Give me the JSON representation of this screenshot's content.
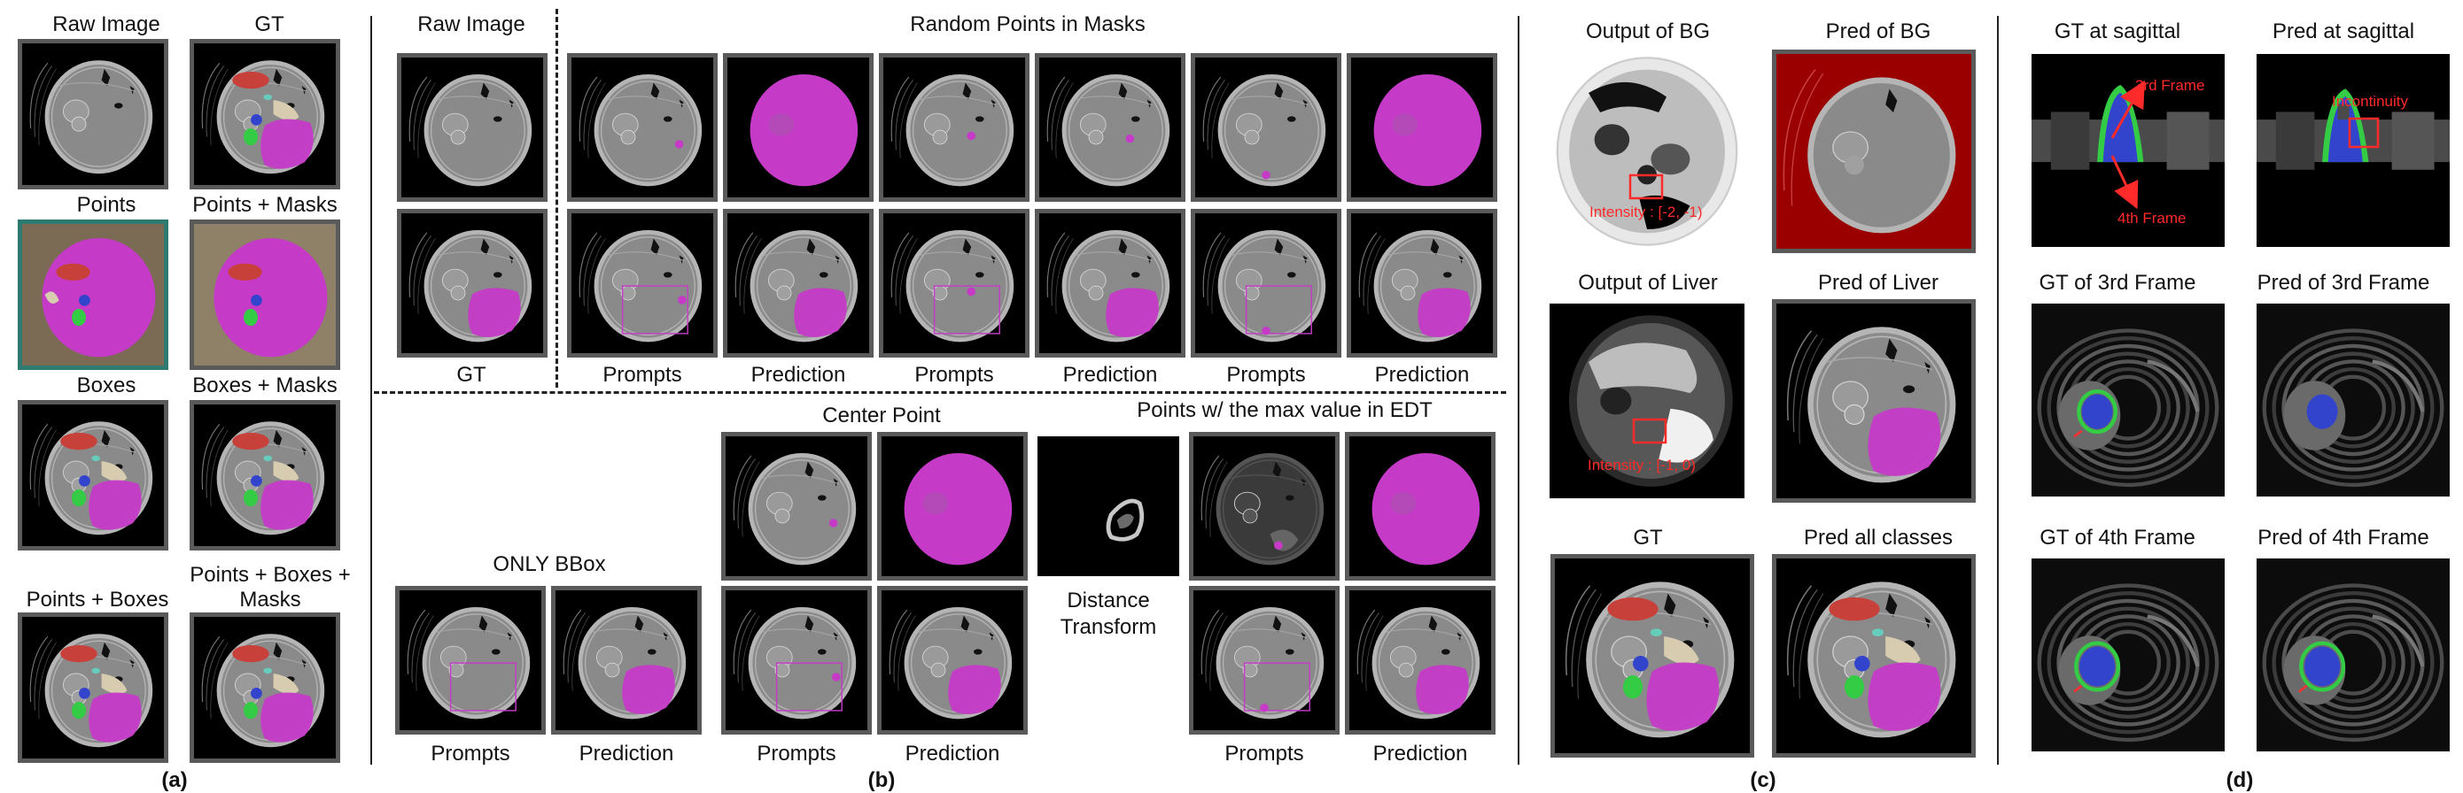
{
  "panel_a": {
    "letter": "(a)",
    "labels": {
      "raw_image": "Raw Image",
      "gt": "GT",
      "points": "Points",
      "points_masks": "Points + Masks",
      "boxes": "Boxes",
      "boxes_masks": "Boxes + Masks",
      "points_boxes": "Points + Boxes",
      "points_boxes_masks": "Points + Boxes + Masks"
    }
  },
  "panel_b": {
    "letter": "(b)",
    "labels": {
      "raw_image": "Raw Image",
      "gt": "GT",
      "random_points": "Random Points in Masks",
      "prompts": "Prompts",
      "prediction": "Prediction",
      "only_bbox": "ONLY BBox",
      "center_point": "Center Point",
      "max_edt": "Points w/ the max value in EDT",
      "distance_transform": "Distance Transform"
    }
  },
  "panel_c": {
    "letter": "(c)",
    "labels": {
      "output_bg": "Output of BG",
      "pred_bg": "Pred of BG",
      "output_liver": "Output of Liver",
      "pred_liver": "Pred of Liver",
      "gt": "GT",
      "pred_all": "Pred all classes"
    },
    "annotations": {
      "bg_intensity": "Intensity : [-2, -1)",
      "liver_intensity": "Intensity : [-1, 0)"
    }
  },
  "panel_d": {
    "letter": "(d)",
    "labels": {
      "gt_sagittal": "GT at sagittal",
      "pred_sagittal": "Pred at sagittal",
      "gt_3rd": "GT of 3rd Frame",
      "pred_3rd": "Pred of 3rd Frame",
      "gt_4th": "GT of 4th Frame",
      "pred_4th": "Pred of 4th Frame"
    },
    "annotations": {
      "third_frame": "3rd Frame",
      "fourth_frame": "4th Frame",
      "incontinuity": "Incontinuity"
    }
  },
  "colors": {
    "magenta": "#c53bc8",
    "liver_red": "#c8403a",
    "spleen_green": "#33cc44",
    "kidney_blue": "#3344cc",
    "pancreas_beige": "#d8ccb0",
    "bg_red": "#9a0000",
    "annotation_red": "#ff2a2a"
  }
}
